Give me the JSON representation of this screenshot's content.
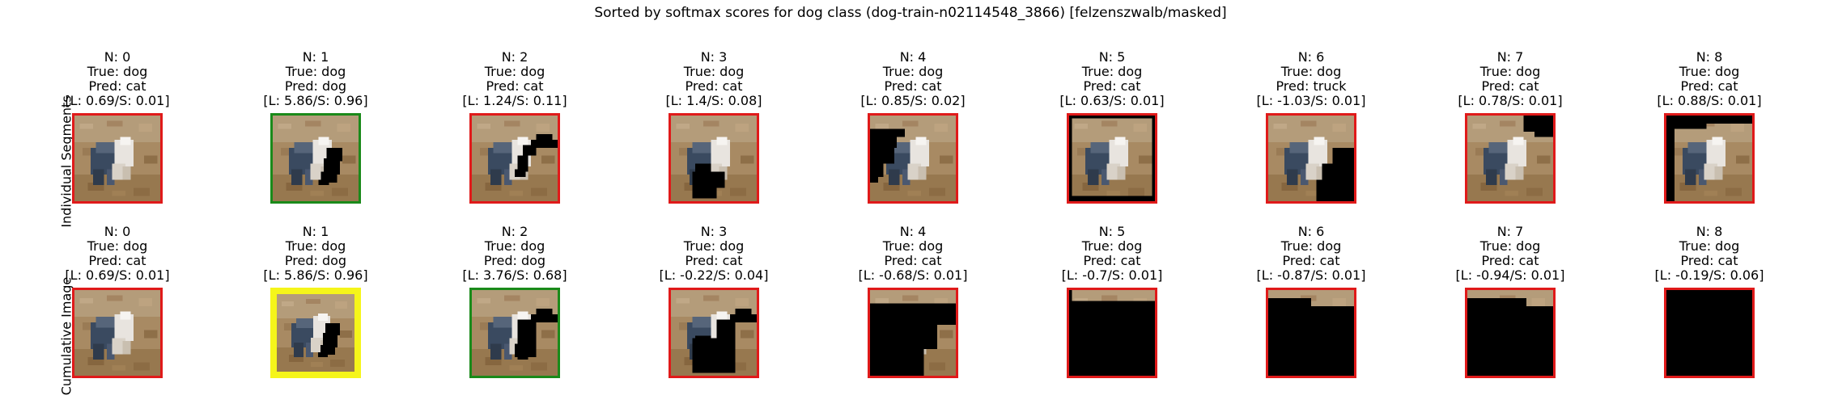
{
  "title": "Sorted by softmax scores for dog class (dog-train-n02114548_3866) [felzenszwalb/masked]",
  "row_labels": [
    "Individual Segments",
    "Cumulative Image"
  ],
  "colors": {
    "red": "#e01a1a",
    "green": "#1a8a1a",
    "yellow": "#f5f51a"
  },
  "rows": [
    {
      "name": "individual",
      "panels": [
        {
          "n": "N: 0",
          "true_label": "True: dog",
          "pred": "Pred: cat",
          "scores": "[L: 0.69/S: 0.01]",
          "border": "red",
          "mask": "none"
        },
        {
          "n": "N: 1",
          "true_label": "True: dog",
          "pred": "Pred: dog",
          "scores": "[L: 5.86/S: 0.96]",
          "border": "green",
          "mask": "seg1"
        },
        {
          "n": "N: 2",
          "true_label": "True: dog",
          "pred": "Pred: cat",
          "scores": "[L: 1.24/S: 0.11]",
          "border": "red",
          "mask": "seg2"
        },
        {
          "n": "N: 3",
          "true_label": "True: dog",
          "pred": "Pred: cat",
          "scores": "[L: 1.4/S: 0.08]",
          "border": "red",
          "mask": "seg3"
        },
        {
          "n": "N: 4",
          "true_label": "True: dog",
          "pred": "Pred: cat",
          "scores": "[L: 0.85/S: 0.02]",
          "border": "red",
          "mask": "seg4"
        },
        {
          "n": "N: 5",
          "true_label": "True: dog",
          "pred": "Pred: cat",
          "scores": "[L: 0.63/S: 0.01]",
          "border": "red",
          "mask": "seg5"
        },
        {
          "n": "N: 6",
          "true_label": "True: dog",
          "pred": "Pred: truck",
          "scores": "[L: -1.03/S: 0.01]",
          "border": "red",
          "mask": "seg6"
        },
        {
          "n": "N: 7",
          "true_label": "True: dog",
          "pred": "Pred: cat",
          "scores": "[L: 0.78/S: 0.01]",
          "border": "red",
          "mask": "seg7"
        },
        {
          "n": "N: 8",
          "true_label": "True: dog",
          "pred": "Pred: cat",
          "scores": "[L: 0.88/S: 0.01]",
          "border": "red",
          "mask": "seg8"
        }
      ]
    },
    {
      "name": "cumulative",
      "panels": [
        {
          "n": "N: 0",
          "true_label": "True: dog",
          "pred": "Pred: cat",
          "scores": "[L: 0.69/S: 0.01]",
          "border": "red",
          "mask": "none"
        },
        {
          "n": "N: 1",
          "true_label": "True: dog",
          "pred": "Pred: dog",
          "scores": "[L: 5.86/S: 0.96]",
          "border": "yellow",
          "mask": "cum1"
        },
        {
          "n": "N: 2",
          "true_label": "True: dog",
          "pred": "Pred: dog",
          "scores": "[L: 3.76/S: 0.68]",
          "border": "green",
          "mask": "cum2"
        },
        {
          "n": "N: 3",
          "true_label": "True: dog",
          "pred": "Pred: cat",
          "scores": "[L: -0.22/S: 0.04]",
          "border": "red",
          "mask": "cum3"
        },
        {
          "n": "N: 4",
          "true_label": "True: dog",
          "pred": "Pred: cat",
          "scores": "[L: -0.68/S: 0.01]",
          "border": "red",
          "mask": "cum4"
        },
        {
          "n": "N: 5",
          "true_label": "True: dog",
          "pred": "Pred: cat",
          "scores": "[L: -0.7/S: 0.01]",
          "border": "red",
          "mask": "cum5"
        },
        {
          "n": "N: 6",
          "true_label": "True: dog",
          "pred": "Pred: cat",
          "scores": "[L: -0.87/S: 0.01]",
          "border": "red",
          "mask": "cum6"
        },
        {
          "n": "N: 7",
          "true_label": "True: dog",
          "pred": "Pred: cat",
          "scores": "[L: -0.94/S: 0.01]",
          "border": "red",
          "mask": "cum7"
        },
        {
          "n": "N: 8",
          "true_label": "True: dog",
          "pred": "Pred: cat",
          "scores": "[L: -0.19/S: 0.06]",
          "border": "red",
          "mask": "cum8"
        }
      ]
    }
  ]
}
